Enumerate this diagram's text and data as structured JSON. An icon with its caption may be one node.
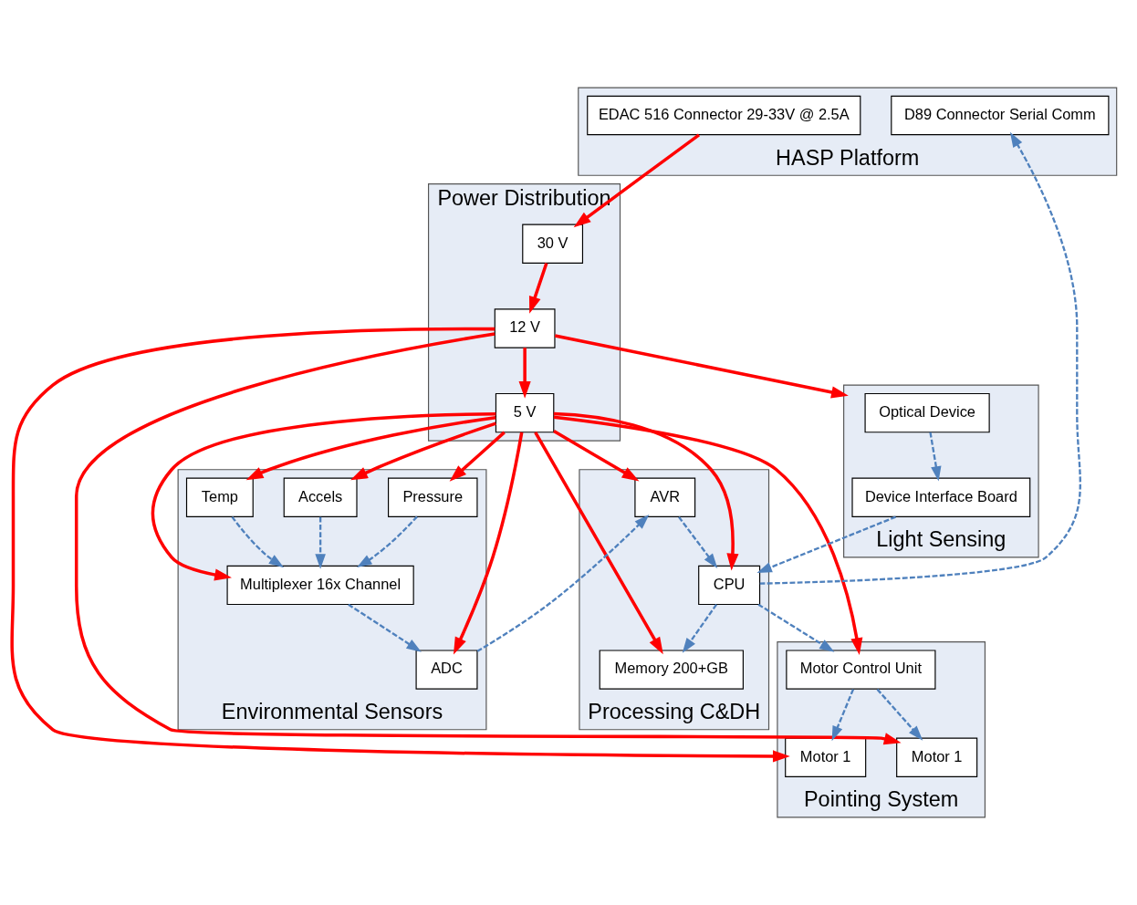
{
  "diagram": {
    "nodes": [
      {
        "text": [
          "HASP Platform"
        ]
      },
      {
        "text": [
          "EDAC 516 Connector 29-33V @ 2.5A"
        ],
        "in": 0
      },
      {
        "text": [
          "D89 Connector Serial Comm"
        ],
        "in": 0
      },
      {
        "text": [
          "Power Distribution"
        ]
      },
      {
        "text": [
          "30 V"
        ],
        "in": 3
      },
      {
        "text": [
          "12 V"
        ],
        "in": 3
      },
      {
        "text": [
          "5 V"
        ],
        "in": 3
      },
      {
        "text": [
          "Light Sensing"
        ]
      },
      {
        "text": [
          "Optical Device"
        ],
        "in": 7
      },
      {
        "text": [
          "Device Interface Board"
        ],
        "in": 7
      },
      {
        "text": [
          "Processing C&DH"
        ]
      },
      {
        "text": [
          "CPU"
        ],
        "in": 10
      },
      {
        "text": [
          "AVR"
        ],
        "in": 10
      },
      {
        "text": [
          "Memory 200+GB"
        ],
        "in": 10
      },
      {
        "text": [
          "Pointing System"
        ]
      },
      {
        "text": [
          "Motor 1"
        ],
        "in": 14
      },
      {
        "text": [
          "Motor 1"
        ],
        "in": 14
      },
      {
        "text": [
          "Motor Control Unit"
        ],
        "in": 14
      },
      {
        "text": [
          "Environmental Sensors"
        ]
      },
      {
        "text": [
          "ADC"
        ],
        "in": 18
      },
      {
        "text": [
          "Multiplexer 16x Channel"
        ],
        "in": 18
      },
      {
        "text": [
          "Accels"
        ],
        "in": 18
      },
      {
        "text": [
          "Temp"
        ],
        "in": 18
      },
      {
        "text": [
          "Pressure"
        ],
        "in": 18
      }
    ],
    "edges": [
      {
        "from": 1,
        "to": 4,
        "arrow": "to"
      },
      {
        "from": 4,
        "to": 5,
        "arrow": "to"
      },
      {
        "from": 5,
        "to": 6,
        "arrow": "to"
      },
      {
        "from": 5,
        "to": 15,
        "arrow": "to"
      },
      {
        "from": 5,
        "to": 16,
        "arrow": "to"
      },
      {
        "from": 5,
        "to": 7,
        "arrow": "to"
      },
      {
        "from": 6,
        "to": 11,
        "arrow": "to"
      },
      {
        "from": 6,
        "to": 12,
        "arrow": "to"
      },
      {
        "from": 6,
        "to": 13,
        "arrow": "to"
      },
      {
        "from": 6,
        "to": 19,
        "arrow": "to"
      },
      {
        "from": 6,
        "to": 20,
        "arrow": "to"
      },
      {
        "from": 6,
        "to": 21,
        "arrow": "to"
      },
      {
        "from": 6,
        "to": 22,
        "arrow": "to"
      },
      {
        "from": 6,
        "to": 23,
        "arrow": "to"
      },
      {
        "from": 6,
        "to": 17,
        "arrow": "to"
      },
      {
        "from": 11,
        "to": 2,
        "arrow": "to",
        "style": "dashed",
        "color": "#4f81bd"
      },
      {
        "from": 8,
        "to": 9,
        "arrow": "to",
        "style": "dashed",
        "color": "#4f81bd"
      },
      {
        "from": 9,
        "to": 11,
        "arrow": "to",
        "style": "dashed",
        "color": "#4f81bd"
      },
      {
        "from": 12,
        "to": 11,
        "arrow": "to",
        "style": "dashed",
        "color": "#4f81bd"
      },
      {
        "from": 11,
        "to": 13,
        "arrow": "to",
        "style": "dashed",
        "color": "#4f81bd"
      },
      {
        "from": 11,
        "to": 17,
        "arrow": "to",
        "style": "dashed",
        "color": "#4f81bd"
      },
      {
        "from": 17,
        "to": 15,
        "arrow": "to",
        "style": "dashed",
        "color": "#4f81bd"
      },
      {
        "from": 17,
        "to": 16,
        "arrow": "to",
        "style": "dashed",
        "color": "#4f81bd"
      },
      {
        "from": 19,
        "to": 12,
        "arrow": "to",
        "style": "dashed",
        "color": "#4f81bd"
      },
      {
        "from": 20,
        "to": 19,
        "arrow": "to",
        "style": "dashed",
        "color": "#4f81bd"
      },
      {
        "from": 21,
        "to": 20,
        "arrow": "to",
        "style": "dashed",
        "color": "#4f81bd"
      },
      {
        "from": 22,
        "to": 20,
        "arrow": "to",
        "style": "dashed",
        "color": "#4f81bd"
      },
      {
        "from": 23,
        "to": 20,
        "arrow": "to",
        "style": "dashed",
        "color": "#4f81bd"
      }
    ]
  }
}
